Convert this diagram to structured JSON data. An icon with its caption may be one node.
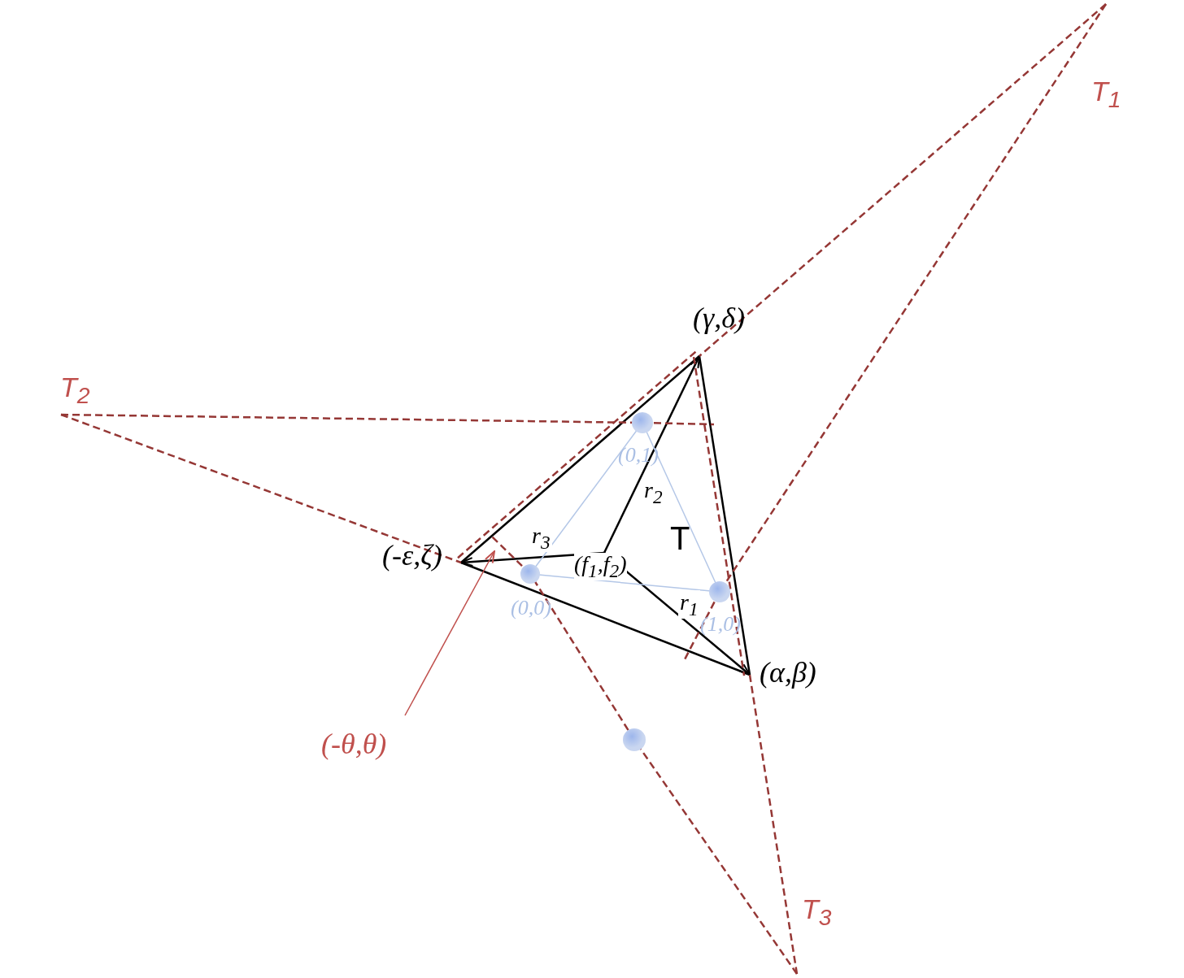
{
  "diagram": {
    "nodes": [
      {
        "text": [
          "(γ,δ)"
        ]
      },
      {
        "text": [
          "(-ε,ζ)"
        ]
      },
      {
        "text": [
          "(α,β)"
        ]
      },
      {
        "text": [
          "(f$_{1}$,f$_{2}$)"
        ]
      },
      {
        "text": [
          "(0,1)"
        ]
      },
      {
        "text": [
          "(0,0)"
        ]
      },
      {
        "text": [
          "(1,0)"
        ]
      },
      {
        "text": [
          "T$_{1}$"
        ]
      },
      {
        "text": [
          "T$_{2}$"
        ]
      },
      {
        "text": [
          "T$_{3}$"
        ]
      },
      {
        "text": [
          "(-θ,θ)"
        ]
      },
      {
        "text": [],
        "shape": "circle"
      }
    ],
    "edges": [
      {
        "from": 3,
        "to": 0,
        "arrow": "to",
        "label": "r$_{2}$",
        "color": "#000000"
      },
      {
        "from": 3,
        "to": 1,
        "arrow": "to",
        "label": "r$_{3}$",
        "color": "#000000"
      },
      {
        "from": 3,
        "to": 2,
        "arrow": "to",
        "label": "r$_{1}$",
        "color": "#000000"
      },
      {
        "from": 1,
        "to": 0,
        "arrow": "none",
        "color": "#000000"
      },
      {
        "from": 0,
        "to": 2,
        "arrow": "none",
        "color": "#000000"
      },
      {
        "from": 2,
        "to": 1,
        "arrow": "none",
        "color": "#000000"
      },
      {
        "from": 5,
        "to": 6,
        "arrow": "none",
        "color": "#b4c7e7"
      },
      {
        "from": 6,
        "to": 4,
        "arrow": "none",
        "color": "#b4c7e7"
      },
      {
        "from": 4,
        "to": 5,
        "arrow": "none",
        "color": "#b4c7e7"
      },
      {
        "from": 7,
        "to": 0,
        "arrow": "none",
        "style": "dashed"
      },
      {
        "from": 0,
        "to": 1,
        "arrow": "none",
        "style": "dashed"
      },
      {
        "from": 7,
        "to": 6,
        "arrow": "none",
        "style": "dashed"
      },
      {
        "from": 6,
        "to": null,
        "arrow": "none",
        "style": "dashed"
      },
      {
        "from": 8,
        "to": 4,
        "arrow": "none",
        "style": "dashed"
      },
      {
        "from": 4,
        "to": null,
        "arrow": "none",
        "style": "dashed"
      },
      {
        "from": 0,
        "to": 2,
        "arrow": "none",
        "style": "dashed"
      },
      {
        "from": 2,
        "to": 9,
        "arrow": "none",
        "style": "dashed"
      },
      {
        "from": 8,
        "to": 1,
        "arrow": "none",
        "style": "dashed"
      },
      {
        "from": 9,
        "to": 11,
        "arrow": "none",
        "style": "dashed"
      },
      {
        "from": 11,
        "to": 5,
        "arrow": "none",
        "style": "dashed"
      },
      {
        "from": 5,
        "to": null,
        "arrow": "none",
        "style": "dashed"
      },
      {
        "from": 10,
        "to": null,
        "arrow": "to",
        "color": "#c0504d"
      }
    ],
    "labels": [
      "T"
    ]
  }
}
